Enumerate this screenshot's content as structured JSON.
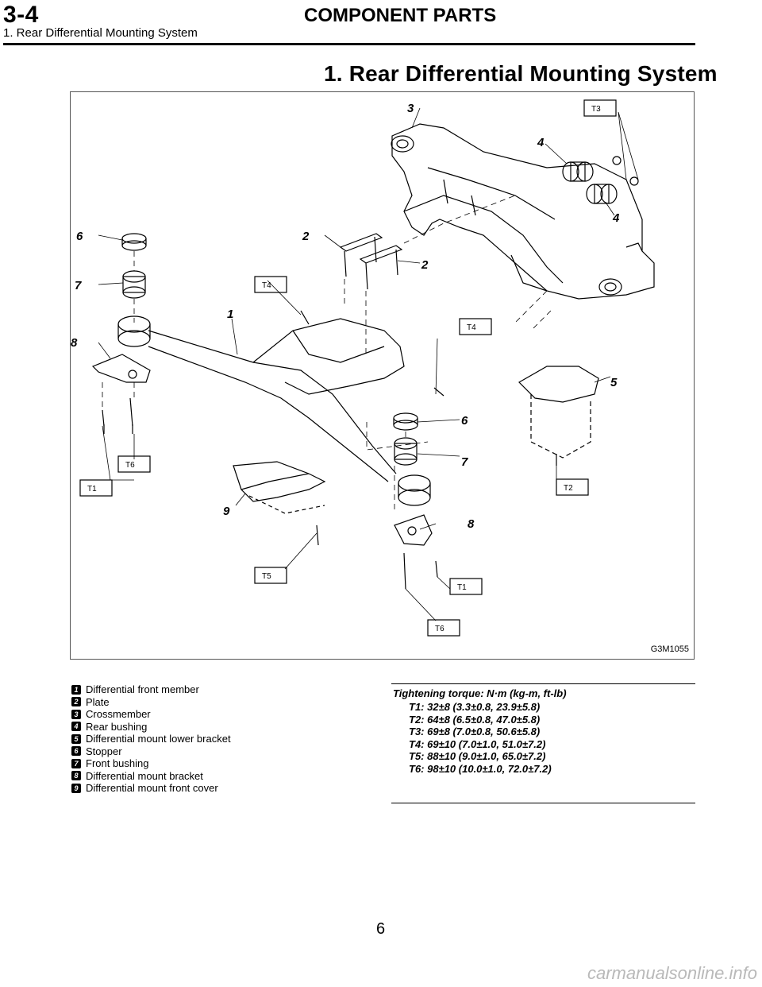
{
  "header": {
    "section_code": "3-4",
    "title": "COMPONENT PARTS",
    "subtitle": "1. Rear Differential Mounting System"
  },
  "section_title": "1. Rear Differential Mounting System",
  "figure": {
    "code": "G3M1055",
    "callouts": [
      "1",
      "2",
      "3",
      "4",
      "5",
      "6",
      "7",
      "8",
      "9"
    ],
    "torque_tags": [
      "T1",
      "T2",
      "T3",
      "T4",
      "T5",
      "T6"
    ]
  },
  "legend": [
    {
      "num": "1",
      "label": "Differential front member"
    },
    {
      "num": "2",
      "label": "Plate"
    },
    {
      "num": "3",
      "label": "Crossmember"
    },
    {
      "num": "4",
      "label": "Rear bushing"
    },
    {
      "num": "5",
      "label": "Differential mount lower bracket"
    },
    {
      "num": "6",
      "label": "Stopper"
    },
    {
      "num": "7",
      "label": "Front bushing"
    },
    {
      "num": "8",
      "label": "Differential mount bracket"
    },
    {
      "num": "9",
      "label": "Differential mount front cover"
    }
  ],
  "torque": {
    "heading": "Tightening torque: N·m (kg-m, ft-lb)",
    "items": [
      "T1: 32±8 (3.3±0.8, 23.9±5.8)",
      "T2: 64±8 (6.5±0.8, 47.0±5.8)",
      "T3: 69±8 (7.0±0.8, 50.6±5.8)",
      "T4: 69±10 (7.0±1.0, 51.0±7.2)",
      "T5: 88±10 (9.0±1.0, 65.0±7.2)",
      "T6: 98±10 (10.0±1.0, 72.0±7.2)"
    ]
  },
  "page_number": "6",
  "watermark": "carmanualsonline.info"
}
